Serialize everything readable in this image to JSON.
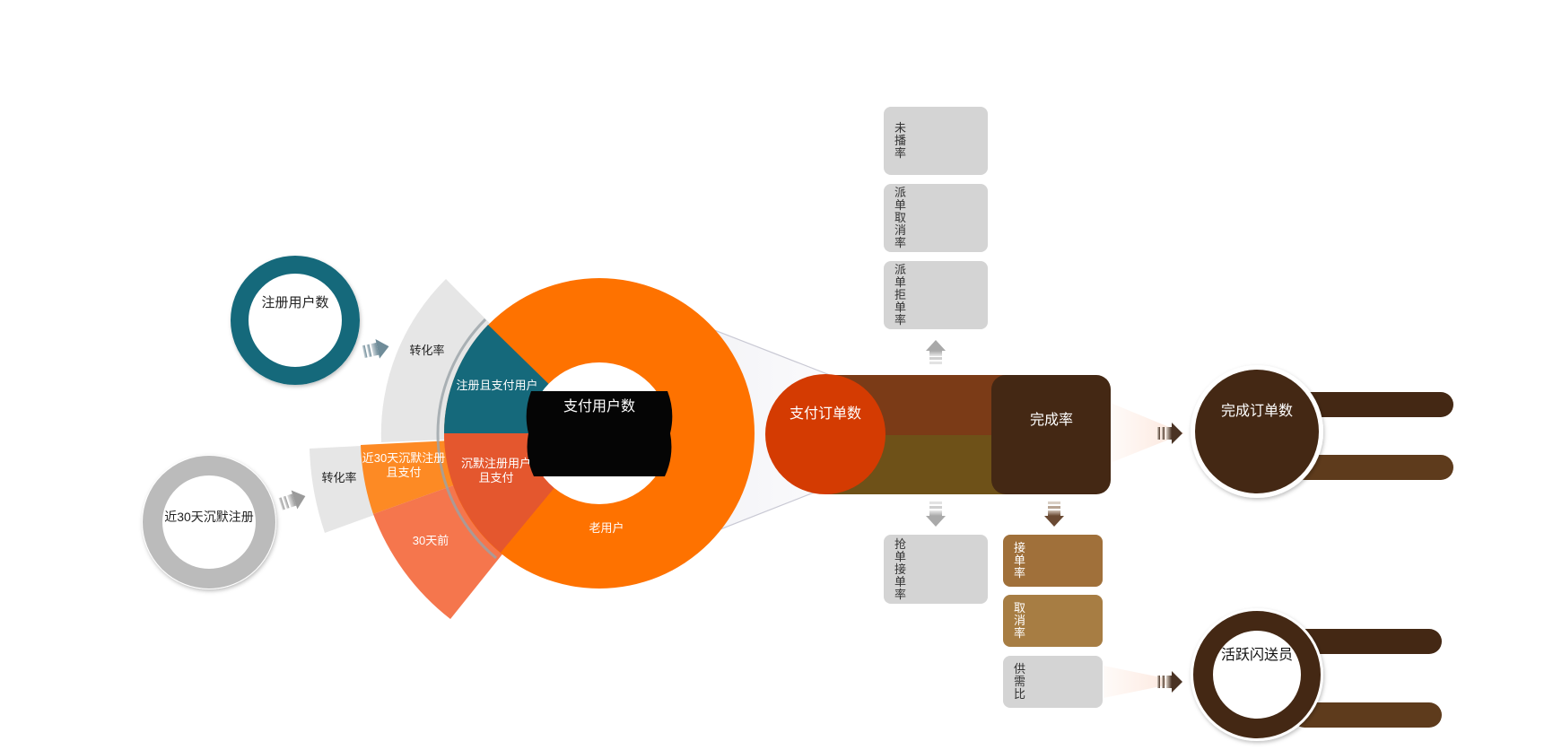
{
  "colors": {
    "teal": "#15697b",
    "orange": "#fe7200",
    "orange_light": "#fd8a24",
    "coral": "#f5764d",
    "red_orange": "#d43b02",
    "brown_dark": "#442814",
    "brown_mid": "#7b3b17",
    "olive": "#6e5118",
    "tan": "#a77035",
    "gray_ring": "#bbbbbb",
    "gray_box": "#d4d4d4",
    "gray_sector": "#e6e6e6"
  },
  "left_nodes": {
    "registered_users": "注册用户数",
    "silent_30days": "近30天沉默注册"
  },
  "sectors": {
    "conversion_rate_top": "转化率",
    "conversion_rate_bottom": "转化率",
    "registered_paid": "注册且支付用户",
    "silent_registered_paid": "沉默注册用户\n且支付",
    "silent_30_paid": "近30天沉默注册\n且支付",
    "days_30_before": "30天前"
  },
  "main_donut": {
    "center_label": "支付用户数",
    "old_users": "老用户"
  },
  "order_bar": {
    "paid_orders": "支付订单数",
    "completion_rate": "完成率"
  },
  "top_boxes": [
    {
      "label": "未播率"
    },
    {
      "label": "派单取消率"
    },
    {
      "label": "派单拒单率"
    }
  ],
  "bottom_boxes": [
    {
      "label": "抢单接单率"
    },
    {
      "label": "接单率"
    },
    {
      "label": "取消率"
    },
    {
      "label": "供需比"
    }
  ],
  "right_nodes": {
    "completed_orders": "完成订单数",
    "active_couriers": "活跃闪送员"
  }
}
